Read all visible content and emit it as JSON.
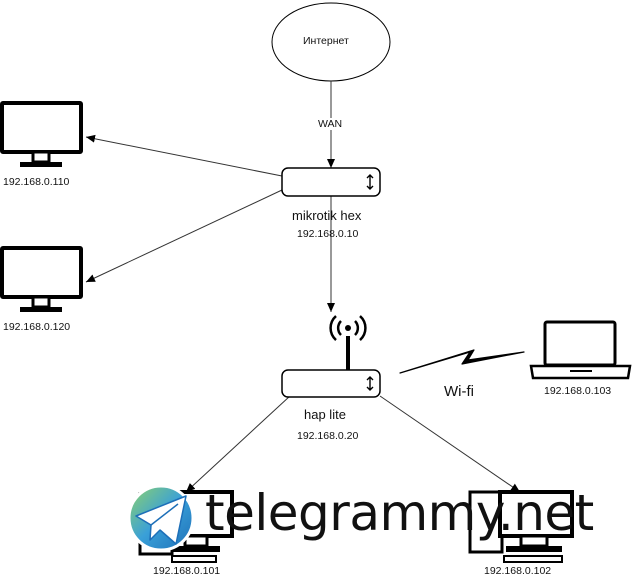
{
  "cloud": {
    "label": "Интернет"
  },
  "links": {
    "wan": "WAN",
    "wifi": "Wi-fi"
  },
  "routers": {
    "main": {
      "name": "mikrotik hex",
      "ip": "192.168.0.10"
    },
    "ap": {
      "name": "hap lite",
      "ip": "192.168.0.20"
    }
  },
  "monitors": [
    {
      "ip": "192.168.0.110"
    },
    {
      "ip": "192.168.0.120"
    }
  ],
  "laptop": {
    "ip": "192.168.0.103"
  },
  "desktops": [
    {
      "ip": "192.168.0.101"
    },
    {
      "ip": "192.168.0.102"
    }
  ],
  "watermark": {
    "text": "telegrammy.net",
    "logo": "telegram-logo"
  },
  "colors": {
    "line": "#333333",
    "stroke": "#000000",
    "watermark_blue": "#2a8fd6",
    "watermark_green": "#5fb64a"
  }
}
